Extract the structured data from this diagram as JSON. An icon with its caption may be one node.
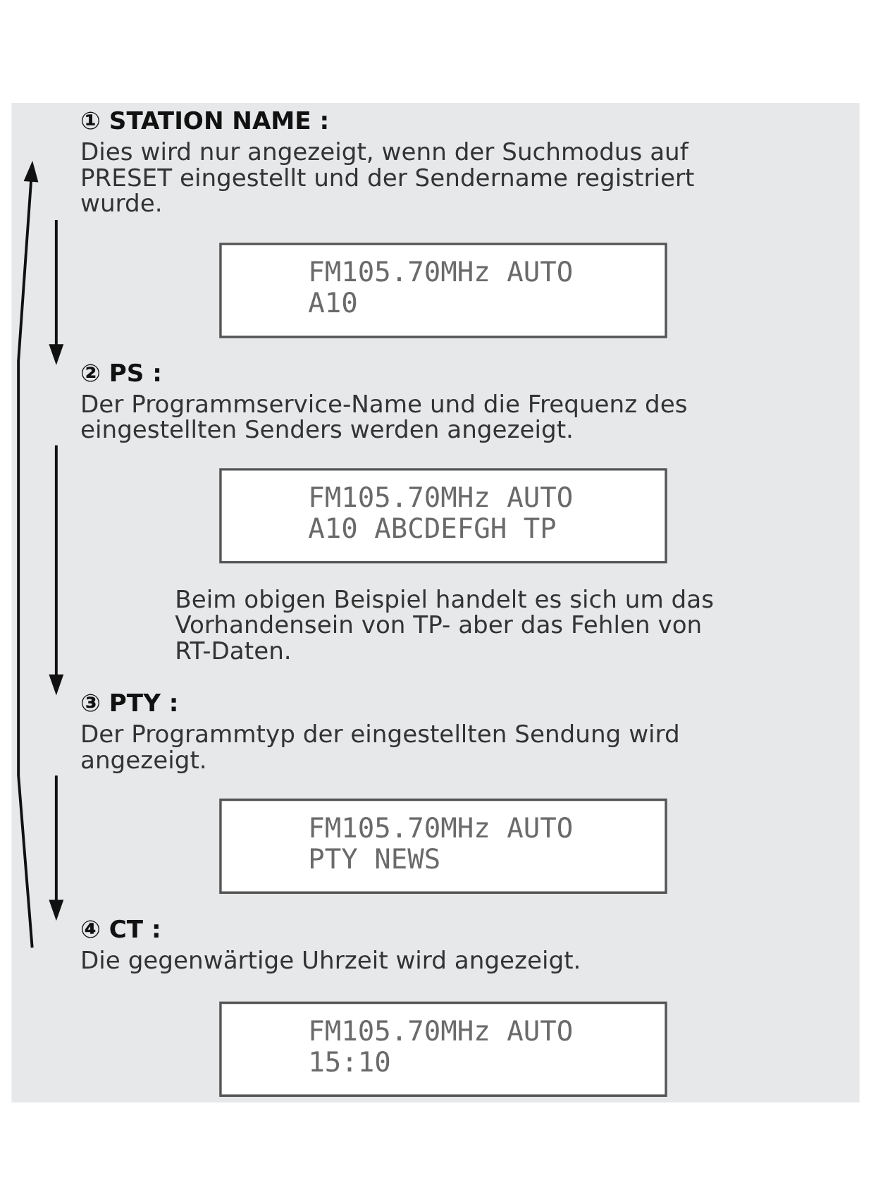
{
  "diagram": {
    "nodes": [
      {
        "text": [
          "① STATION NAME :",
          "Dies wird nur angezeigt, wenn der Suchmodus auf PRESET eingestellt und der Sendername registriert wurde."
        ]
      },
      {
        "text": [
          "FM105.70MHz AUTO",
          "A10"
        ]
      },
      {
        "text": [
          "② PS :",
          "Der Programmservice-Name und die Frequenz des eingestellten Senders werden angezeigt."
        ]
      },
      {
        "text": [
          "FM105.70MHz AUTO",
          "A10 ABCDEFGH TP"
        ],
        "beside": [
          "Beim obigen Beispiel handelt es sich um das Vorhandensein von TP- aber das Fehlen von RT-Daten."
        ]
      },
      {
        "text": [
          "③ PTY :",
          "Der Programmtyp der eingestellten Sendung wird angezeigt."
        ]
      },
      {
        "text": [
          "FM105.70MHz AUTO",
          "PTY NEWS"
        ]
      },
      {
        "text": [
          "④ CT :",
          "Die gegenwärtige Uhrzeit wird angezeigt."
        ]
      },
      {
        "text": [
          "FM105.70MHz AUTO",
          "15:10"
        ]
      }
    ],
    "edges": [
      {
        "from": 6,
        "to": 0,
        "arrow": "to"
      },
      {
        "from": 0,
        "to": 2,
        "arrow": "to"
      },
      {
        "from": 2,
        "to": 4,
        "arrow": "to"
      },
      {
        "from": 4,
        "to": 6,
        "arrow": "to"
      }
    ]
  }
}
